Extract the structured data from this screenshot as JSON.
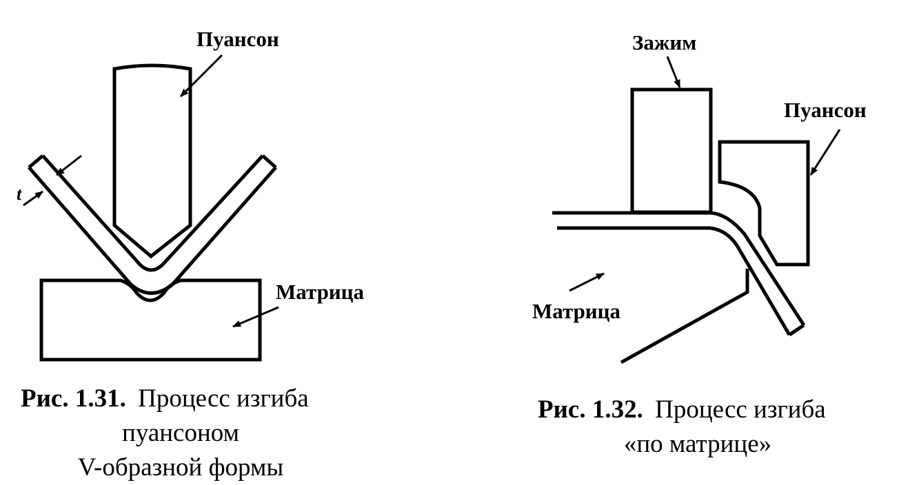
{
  "figure1": {
    "label_punch": "Пуансон",
    "label_die": "Матрица",
    "label_thickness": "t",
    "caption_number": "Рис. 1.31.",
    "caption_line1": "Процесс изгиба",
    "caption_line2": "пуансоном",
    "caption_line3": "V-образной формы"
  },
  "figure2": {
    "label_clamp": "Зажим",
    "label_punch": "Пуансон",
    "label_die": "Матрица",
    "caption_number": "Рис. 1.32.",
    "caption_line1": "Процесс изгиба",
    "caption_line2": "«по матрице»"
  }
}
